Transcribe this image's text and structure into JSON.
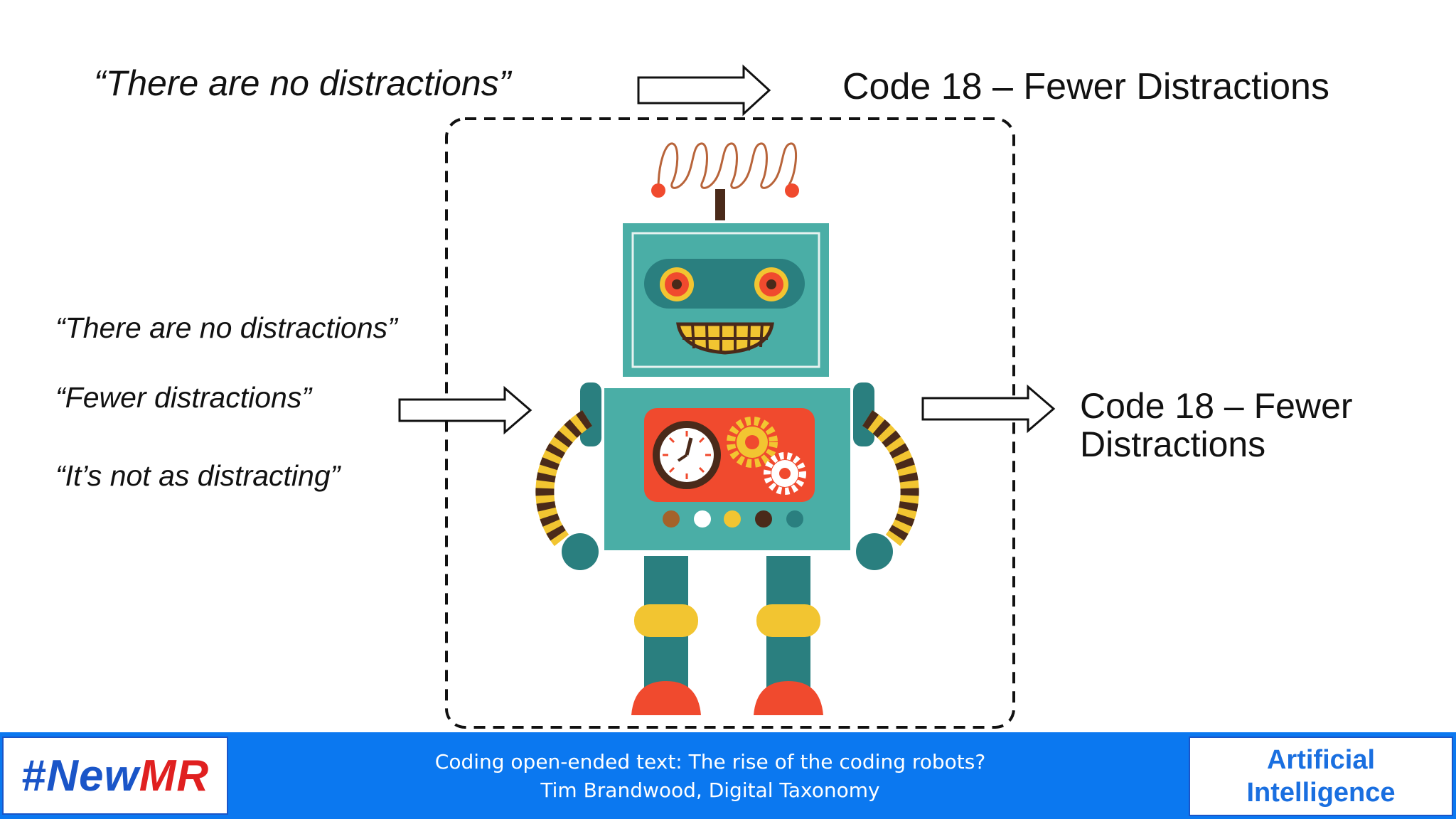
{
  "slide": {
    "top_quote": "“There are no distractions”",
    "top_code": "Code 18 – Fewer Distractions",
    "quotes": [
      "“There are no distractions”",
      "“Fewer distractions”",
      "“It’s not as distracting”"
    ],
    "right_code": "Code 18 – Fewer Distractions"
  },
  "footer": {
    "logo_hash": "#New",
    "logo_mr": "MR",
    "title_line1": "Coding open-ended text: The rise of the coding robots?",
    "title_line2": "Tim Brandwood, Digital Taxonomy",
    "badge_line1": "Artificial",
    "badge_line2": "Intelligence"
  },
  "colors": {
    "footer_blue": "#0b78f0",
    "robot_teal": "#4aaea6",
    "robot_dark_teal": "#2a7f7f",
    "robot_red": "#f04a2e",
    "robot_yellow": "#f2c531"
  }
}
